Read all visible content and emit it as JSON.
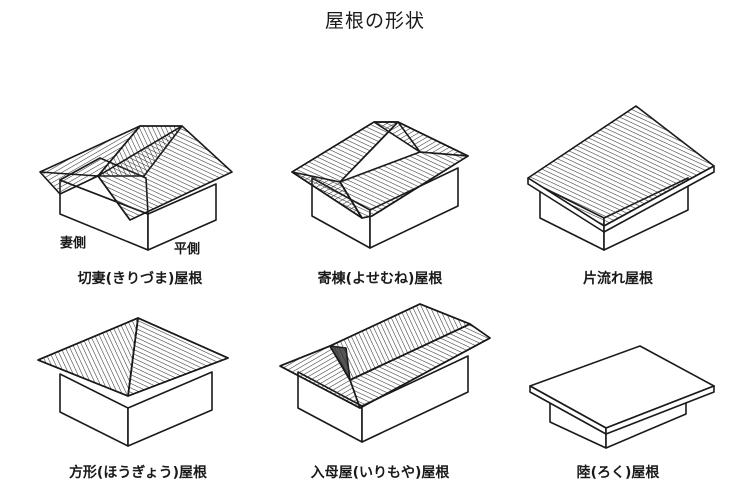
{
  "title": "屋根の形状",
  "roofs": [
    {
      "name": "切妻(きりづま)屋根",
      "side_labels": [
        "妻側",
        "平側"
      ]
    },
    {
      "name": "寄棟(よせむね)屋根"
    },
    {
      "name": "片流れ屋根"
    },
    {
      "name": "方形(ほうぎょう)屋根"
    },
    {
      "name": "入母屋(いりもや)屋根"
    },
    {
      "name": "陸(ろく)屋根"
    }
  ]
}
